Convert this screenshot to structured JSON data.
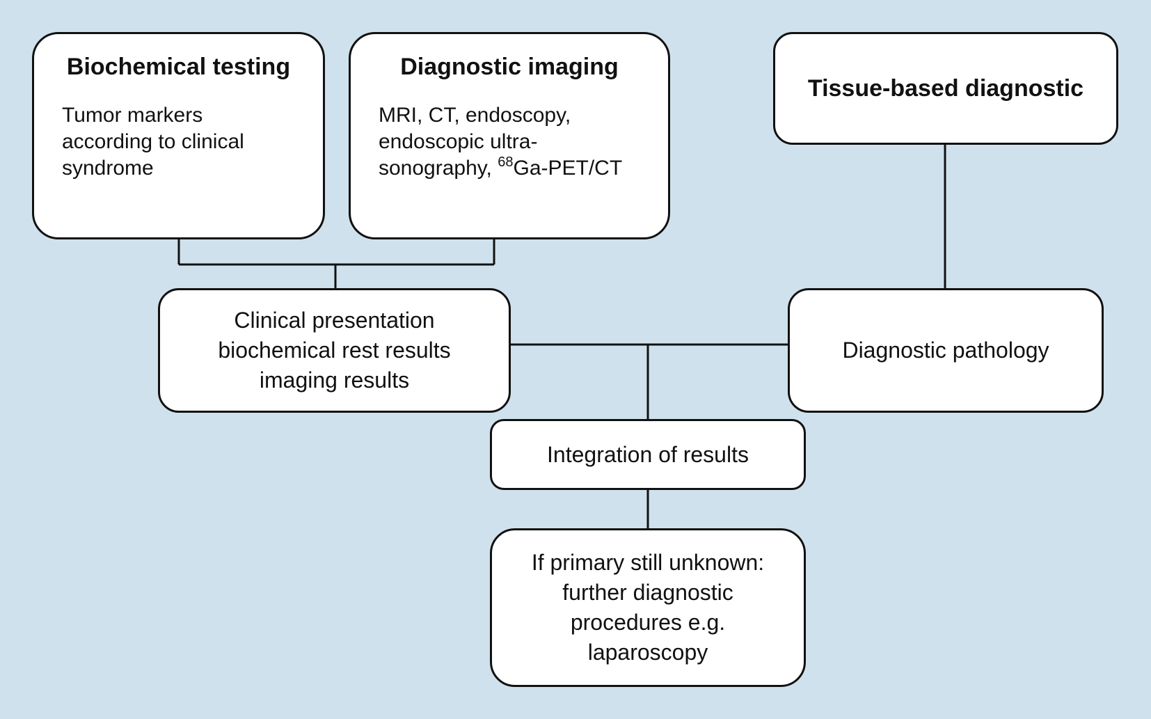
{
  "nodes": {
    "biochemical": {
      "title": "Biochemical testing",
      "lines": [
        "Tumor markers",
        "according to clinical",
        "syndrome"
      ]
    },
    "imaging": {
      "title": "Diagnostic imaging",
      "lines": [
        "MRI, CT, endoscopy,",
        "endoscopic ultra-"
      ],
      "line3_prefix": "sonography, ",
      "line3_sup": "68",
      "line3_suffix": "Ga-PET/CT"
    },
    "tissue": {
      "title": "Tissue-based diagnostic"
    },
    "clinical": {
      "lines": [
        "Clinical presentation",
        "biochemical rest results",
        "imaging results"
      ]
    },
    "pathology": {
      "lines": [
        "Diagnostic pathology"
      ]
    },
    "integration": {
      "lines": [
        "Integration of results"
      ]
    },
    "further": {
      "lines": [
        "If primary still unknown:",
        "further diagnostic",
        "procedures e.g.",
        "laparoscopy"
      ]
    }
  },
  "colors": {
    "background": "#cfe1ec",
    "box_fill": "#ffffff",
    "stroke": "#111111"
  }
}
